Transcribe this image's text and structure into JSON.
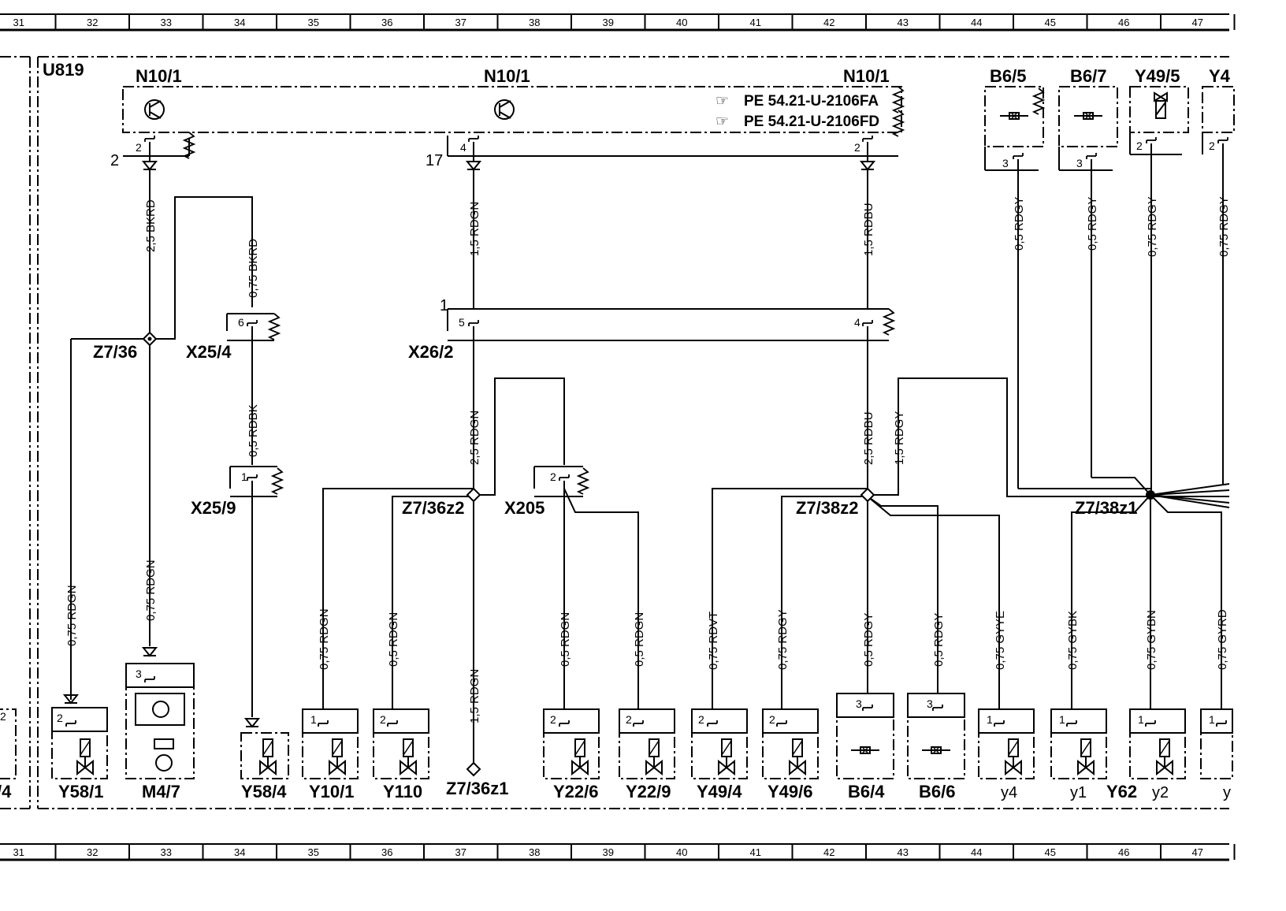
{
  "grid": [
    "31",
    "32",
    "33",
    "34",
    "35",
    "36",
    "37",
    "38",
    "39",
    "40",
    "41",
    "42",
    "43",
    "44",
    "45",
    "46",
    "47"
  ],
  "system": "U819",
  "partial_left": "/4",
  "partial_top_right": "Y4",
  "partial_bottom_right": "y",
  "refs": [
    {
      "icon": "☞",
      "text": "PE 54.21-U-2106FA"
    },
    {
      "icon": "☞",
      "text": "PE 54.21-U-2106FD"
    }
  ],
  "components": {
    "n10_1_a": "N10/1",
    "n10_1_b": "N10/1",
    "n10_1_c": "N10/1",
    "b6_5": "B6/5",
    "b6_7": "B6/7",
    "y49_5": "Y49/5",
    "z7_36": "Z7/36",
    "x25_4": "X25/4",
    "x26_2": "X26/2",
    "x25_9": "X25/9",
    "z7_36z2": "Z7/36z2",
    "x205": "X205",
    "z7_38z2": "Z7/38z2",
    "z7_38z1": "Z7/38z1",
    "y58_1": "Y58/1",
    "m4_7": "M4/7",
    "y58_4": "Y58/4",
    "y10_1": "Y10/1",
    "y110": "Y110",
    "z7_36z1": "Z7/36z1",
    "y22_6": "Y22/6",
    "y22_9": "Y22/9",
    "y49_4": "Y49/4",
    "y49_6": "Y49/6",
    "b6_4": "B6/4",
    "b6_6": "B6/6",
    "y4": "y4",
    "y1": "y1",
    "y62": "Y62",
    "y2": "y2"
  },
  "pins": {
    "n_left": "2",
    "n_left_ext": "2",
    "n_mid": "4",
    "n_mid_ext": "17",
    "n_right": "2",
    "b6_5": "3",
    "b6_7": "3",
    "y49_5": "2",
    "y4x": "2",
    "x25_4": "6",
    "x26_2_ext": "1",
    "x26_2_left": "5",
    "x26_2_right": "4",
    "x25_9": "1",
    "x205": "2",
    "y58_1": "2",
    "m4_7": "3",
    "y10_1": "1",
    "y110": "2",
    "y22_6": "2",
    "y22_9": "2",
    "y49_4": "2",
    "y49_6": "2",
    "b6_4": "3",
    "b6_6": "3",
    "y4": "1",
    "y1": "1",
    "y2": "1",
    "yx": "1",
    "left_partial": "2"
  },
  "wires": {
    "w1": "2,5 BKRD",
    "w2": "0,75 BKRD",
    "w3": "1,5 RDGN",
    "w4": "1,5 RDBU",
    "w5": "0,5 RDGY",
    "w6": "0,5 RDGY",
    "w7": "0,75 RDGY",
    "w8": "0,75 RDGY",
    "w9": "0,5 RDBK",
    "w10": "2,5 RDGN",
    "w11": "2,5 RDBU",
    "w12": "1,5 RDGY",
    "w13": "0,75 RDGN",
    "w14": "0,75 RDGN",
    "w15": "0,75 RDGN",
    "w16": "0,5 RDGN",
    "w17": "1,5 RDGN",
    "w18": "0,5 RDGN",
    "w19": "0,5 RDGN",
    "w20": "0,75 RDVT",
    "w21": "0,75 RDGY",
    "w22": "0,5 RDGY",
    "w23": "0,5 RDGY",
    "w24": "0,75 GYYE",
    "w25": "0,75 GYBK",
    "w26": "0,75 GYBN",
    "w27": "0,75 GYRD"
  }
}
